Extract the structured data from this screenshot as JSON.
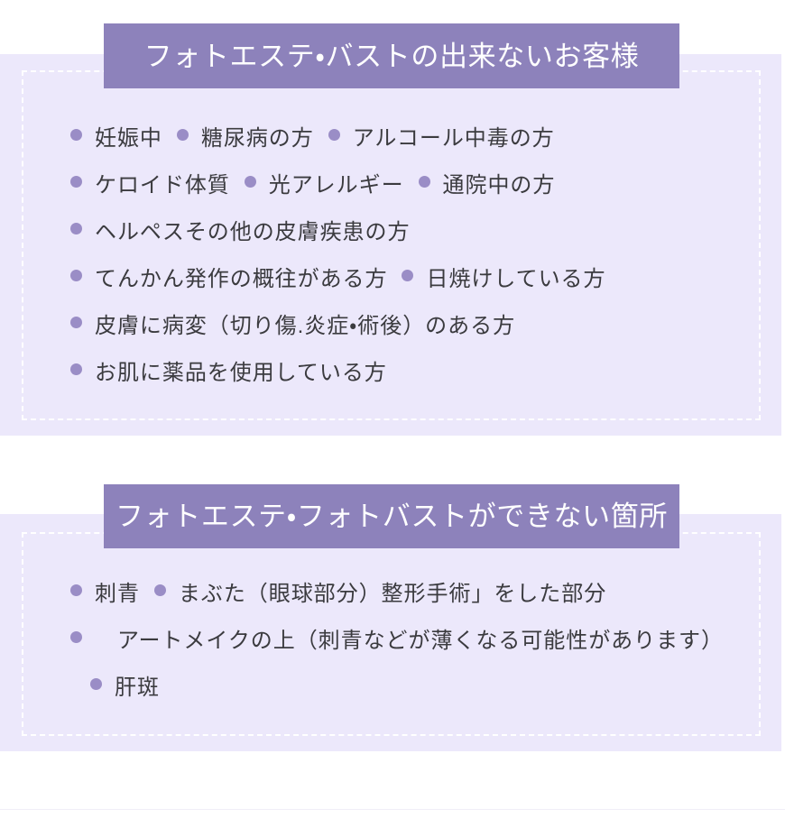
{
  "theme": {
    "page_background": "#ffffff",
    "panel_background": "#ece8fb",
    "ribbon_background": "#8d82bb",
    "ribbon_text_color": "#ffffff",
    "bullet_color": "#9a8dc6",
    "body_text_color": "#3b3b3f",
    "dashed_border_color": "#ffffff"
  },
  "sections": [
    {
      "id": "restrictions",
      "title": "フォトエステ・バストの出来ないお客様",
      "rows": [
        {
          "items": [
            "妊娠中",
            "糖尿病の方",
            "アルコール中毒の方"
          ]
        },
        {
          "items": [
            "ケロイド体質",
            "光アレルギー",
            "通院中の方"
          ]
        },
        {
          "items": [
            "ヘルペスその他の皮膚疾患の方"
          ]
        },
        {
          "items": [
            "てんかん発作の概往がある方",
            "日焼けしている方"
          ]
        },
        {
          "items": [
            "皮膚に病変（切り傷.炎症・術後）のある方"
          ]
        },
        {
          "items": [
            "お肌に薬品を使用している方"
          ]
        }
      ]
    },
    {
      "id": "areas",
      "title": "フォトエステ・フォトバストができない箇所",
      "rows": [
        {
          "items": [
            "刺青",
            "まぶた（眼球部分）整形手術」をした部分"
          ]
        },
        {
          "items": [
            "　アートメイクの上（刺青などが薄くなる可能性があります）",
            "肝斑"
          ],
          "wrap": true
        }
      ]
    }
  ]
}
